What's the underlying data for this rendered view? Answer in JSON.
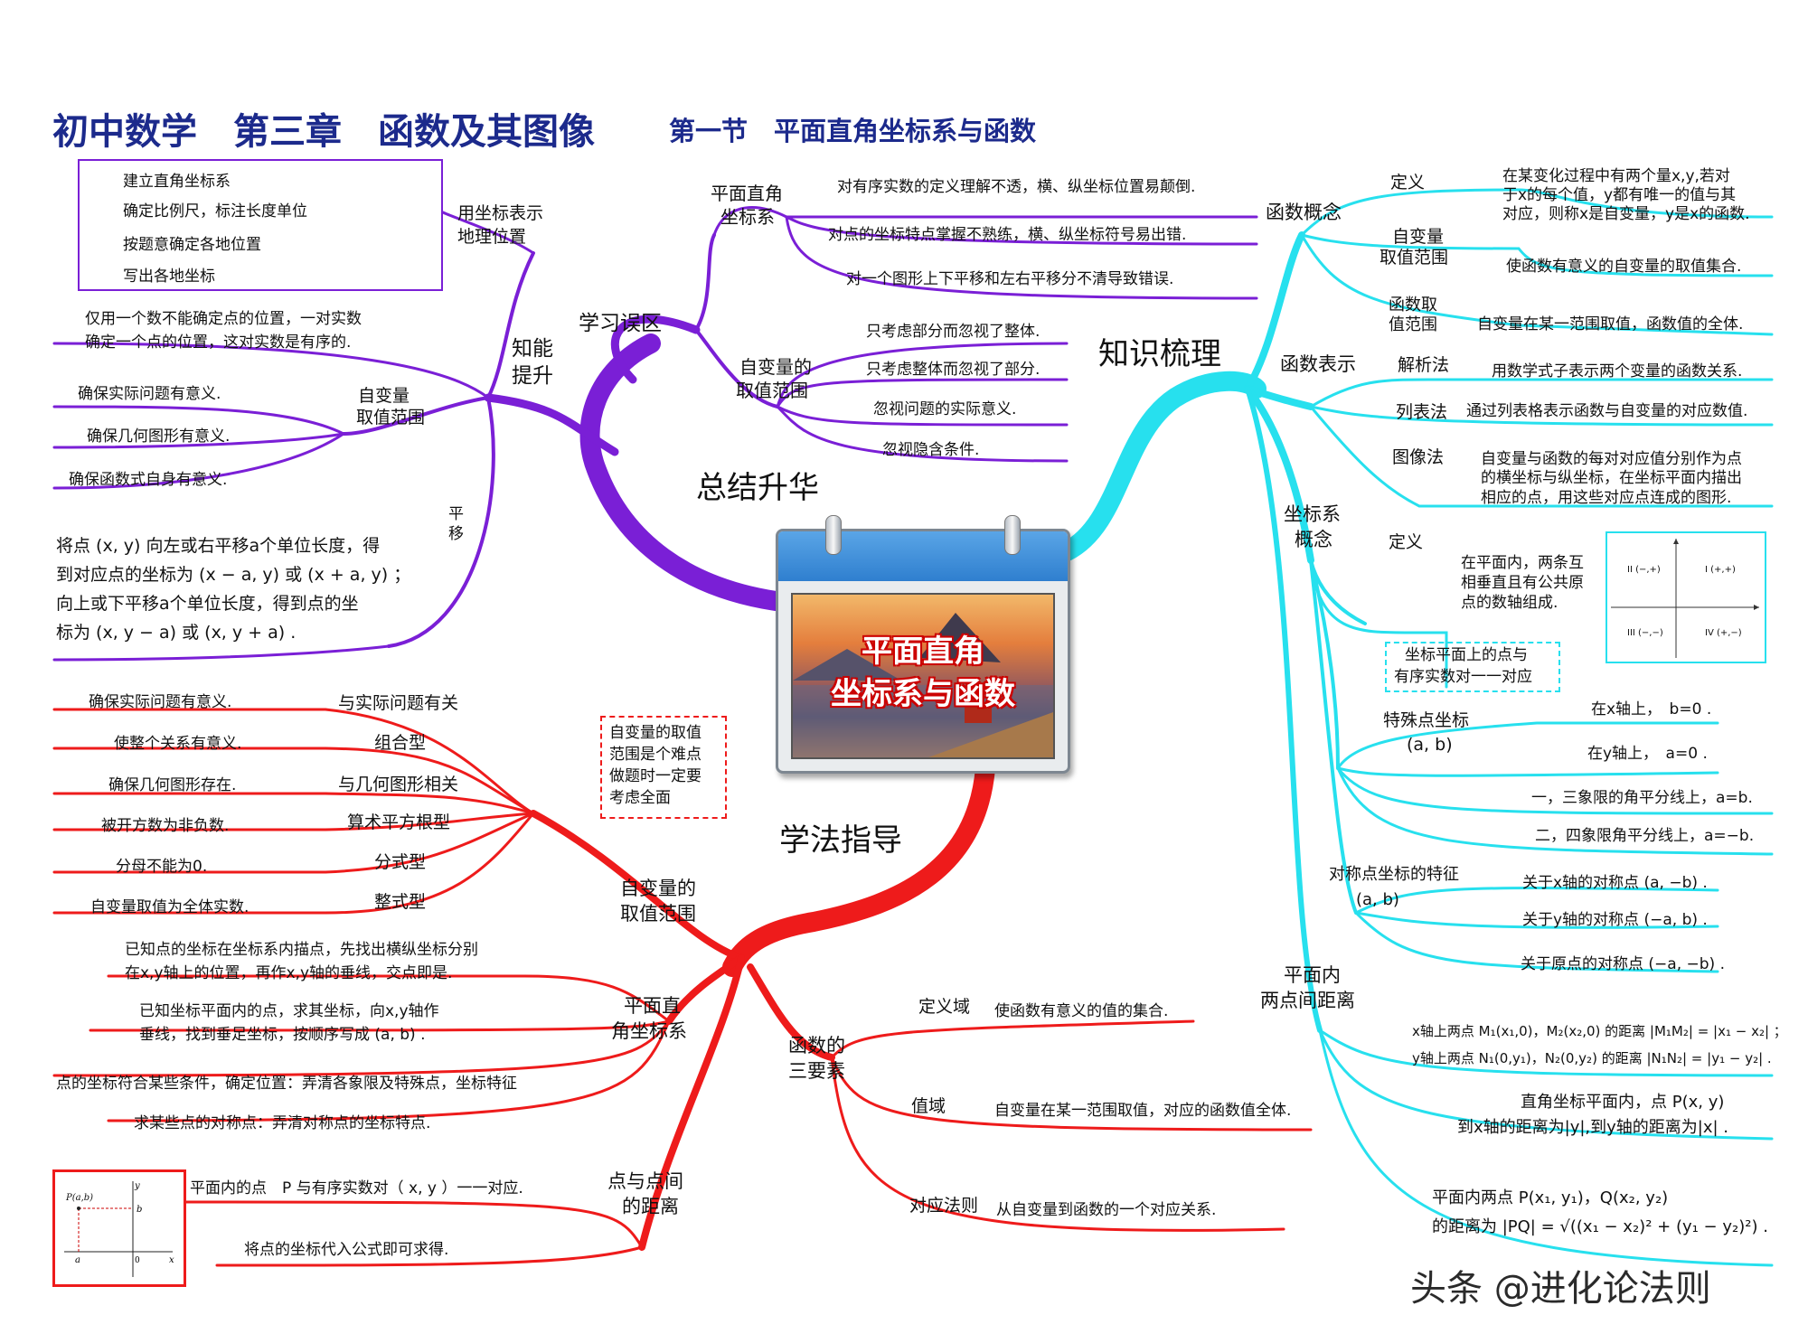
{
  "title": {
    "main": "初中数学　第三章　函数及其图像",
    "section": "第一节　平面直角坐标系与函数"
  },
  "center": {
    "line1": "平面直角",
    "line2": "坐标系与函数"
  },
  "colors": {
    "purple": "#7a1fd6",
    "cyan": "#27e0ee",
    "red": "#ee1b1b",
    "title": "#1c2a8c"
  },
  "summary": {
    "label": "总结升华",
    "errors": {
      "label": "学习误区",
      "coord": {
        "label_l1": "平面直角",
        "label_l2": "坐标系",
        "items": [
          "对有序实数的定义理解不透，横、纵坐标位置易颠倒.",
          "对点的坐标特点掌握不熟练，横、纵坐标符号易出错.",
          "对一个图形上下平移和左右平移分不清导致错误."
        ]
      },
      "range": {
        "label_l1": "自变量的",
        "label_l2": "取值范围",
        "items": [
          "只考虑部分而忽视了整体.",
          "只考虑整体而忽视了部分.",
          "忽视问题的实际意义.",
          "忽视隐含条件."
        ]
      }
    },
    "ability": {
      "label_l1": "知能",
      "label_l2": "提升",
      "geo": {
        "label_l1": "用坐标表示",
        "label_l2": "地理位置",
        "items": [
          "建立直角坐标系",
          "确定比例尺，标注长度单位",
          "按题意确定各地位置",
          "写出各地坐标"
        ]
      },
      "ordered_l1": "仅用一个数不能确定点的位置，一对实数",
      "ordered_l2": "确定一个点的位置，这对实数是有序的.",
      "range": {
        "label_l1": "自变量",
        "label_l2": "取值范围",
        "items": [
          "确保实际问题有意义.",
          "确保几何图形有意义.",
          "确保函数式自身有意义."
        ]
      },
      "shift": {
        "label_l1": "平",
        "label_l2": "移",
        "l1": "将点 (x, y) 向左或右平移a个单位长度，得",
        "l2": "到对应点的坐标为 (x − a, y) 或 (x + a, y) ；",
        "l3": "向上或下平移a个单位长度，得到点的坐",
        "l4": "标为 (x, y − a) 或 (x, y + a) ."
      }
    }
  },
  "knowledge": {
    "label": "知识梳理",
    "concept": {
      "label": "函数概念",
      "def_label": "定义",
      "def_l1": "在某变化过程中有两个量x,y,若对",
      "def_l2": "于x的每个值，y都有唯一的值与其",
      "def_l3": "对应，则称x是自变量，y是x的函数.",
      "domain_l1": "自变量",
      "domain_l2": "取值范围",
      "domain_text": "使函数有意义的自变量的取值集合.",
      "range_l1": "函数取",
      "range_l2": "值范围",
      "range_text": "自变量在某一范围取值，函数值的全体."
    },
    "repr": {
      "label": "函数表示",
      "analytic": "解析法",
      "analytic_text": "用数学式子表示两个变量的函数关系.",
      "list": "列表法",
      "list_text": "通过列表格表示函数与自变量的对应数值.",
      "graph": "图像法",
      "graph_l1": "自变量与函数的每对对应值分别作为点",
      "graph_l2": "的横坐标与纵坐标，在坐标平面内描出",
      "graph_l3": "相应的点，用这些对应点连成的图形."
    },
    "coordsys": {
      "label_l1": "坐标系",
      "label_l2": "概念",
      "def_label": "定义",
      "def_l1": "在平面内，两条互",
      "def_l2": "相垂直且有公共原",
      "def_l3": "点的数轴组成.",
      "note_l1": "坐标平面上的点与",
      "note_l2": "有序实数对一一对应",
      "quadrants": [
        "II (−,+)",
        "I (+,+)",
        "III (−,−)",
        "IV (+,−)"
      ]
    },
    "special": {
      "label_l1": "特殊点坐标",
      "label_l2": "(a, b)",
      "items": [
        "在x轴上，　b=0 .",
        "在y轴上，　a=0 .",
        "一，三象限的角平分线上，a=b.",
        "二，四象限角平分线上，a=−b."
      ]
    },
    "symmetric": {
      "label_l1": "对称点坐标的特征",
      "label_l2": "(a, b)",
      "items": [
        "关于x轴的对称点 (a, −b) .",
        "关于y轴的对称点 (−a, b) .",
        "关于原点的对称点 (−a, −b) ."
      ]
    },
    "distance": {
      "label_l1": "平面内",
      "label_l2": "两点间距离",
      "axis_l1": "x轴上两点 M₁(x₁,0)，M₂(x₂,0) 的距离 |M₁M₂| = |x₁ − x₂| ；",
      "axis_l2": "y轴上两点 N₁(0,y₁)，N₂(0,y₂) 的距离 |N₁N₂| = |y₁ − y₂| .",
      "axdist_l1": "直角坐标平面内，点 P(x, y)",
      "axdist_l2": "到x轴的距离为|y|,到y轴的距离为|x| .",
      "pq_l1": "平面内两点 P(x₁, y₁)，Q(x₂, y₂)",
      "pq_l2": "的距离为 |PQ| = √((x₁ − x₂)² + (y₁ − y₂)²) ."
    }
  },
  "method": {
    "label": "学法指导",
    "range": {
      "label_l1": "自变量的",
      "label_l2": "取值范围",
      "note_l1": "自变量的取值",
      "note_l2": "范围是个难点",
      "note_l3": "做题时一定要",
      "note_l4": "考虑全面",
      "types": [
        "与实际问题有关",
        "组合型",
        "与几何图形相关",
        "算术平方根型",
        "分式型",
        "整式型"
      ],
      "rules": [
        "确保实际问题有意义.",
        "使整个关系有意义.",
        "确保几何图形存在.",
        "被开方数为非负数.",
        "分母不能为0.",
        "自变量取值为全体实数."
      ]
    },
    "rect": {
      "label_l1": "平面直",
      "label_l2": "角坐标系",
      "a_l1": "已知点的坐标在坐标系内描点，先找出横纵坐标分别",
      "a_l2": "在x,y轴上的位置，再作x,y轴的垂线，交点即是.",
      "b_l1": "已知坐标平面内的点，求其坐标，向x,y轴作",
      "b_l2": "垂线，找到垂足坐标，按顺序写成 (a, b) .",
      "c": "点的坐标符合某些条件，确定位置：弄清各象限及特殊点，坐标特征",
      "d": "求某些点的对称点：弄清对称点的坐标特点."
    },
    "dist": {
      "label_l1": "点与点间",
      "label_l2": "的距离",
      "a": "平面内的点　P 与有序实数对（ x, y ）一一对应.",
      "b": "将点的坐标代入公式即可求得.",
      "pt": "P(a,b)"
    },
    "three": {
      "label_l1": "函数的",
      "label_l2": "三要素",
      "domain": "定义域",
      "domain_text": "使函数有意义的值的集合.",
      "range": "值域",
      "range_text": "自变量在某一范围取值，对应的函数值全体.",
      "rule": "对应法则",
      "rule_text": "从自变量到函数的一个对应关系."
    }
  },
  "watermark": "头条 @进化论法则"
}
